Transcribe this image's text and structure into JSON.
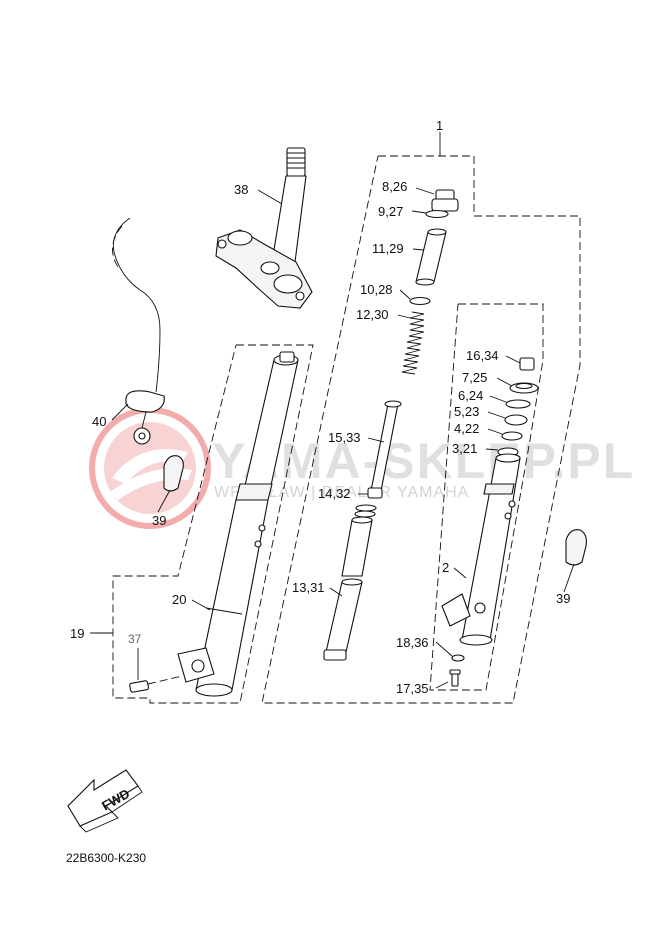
{
  "labels": {
    "l1": "1",
    "l38": "38",
    "l8_26": "8,26",
    "l9_27": "9,27",
    "l11_29": "11,29",
    "l10_28": "10,28",
    "l12_30": "12,30",
    "l16_34": "16,34",
    "l7_25": "7,25",
    "l6_24": "6,24",
    "l5_23": "5,23",
    "l4_22": "4,22",
    "l3_21": "3,21",
    "l15_33": "15,33",
    "l14_32": "14,32",
    "l40": "40",
    "l39_left": "39",
    "l39_right": "39",
    "l2": "2",
    "l20": "20",
    "l19": "19",
    "l37": "37",
    "l13_31": "13,31",
    "l18_36": "18,36",
    "l17_35": "17,35"
  },
  "fwd_label": "FWD",
  "diagram_code": "22B6300-K230",
  "watermark": {
    "title": "YAMA-SKLEP.PL",
    "subtitle": "WROCŁAW | DEALER YAMAHA"
  },
  "colors": {
    "watermark_logo": "#e86a6a",
    "line": "#111111"
  }
}
